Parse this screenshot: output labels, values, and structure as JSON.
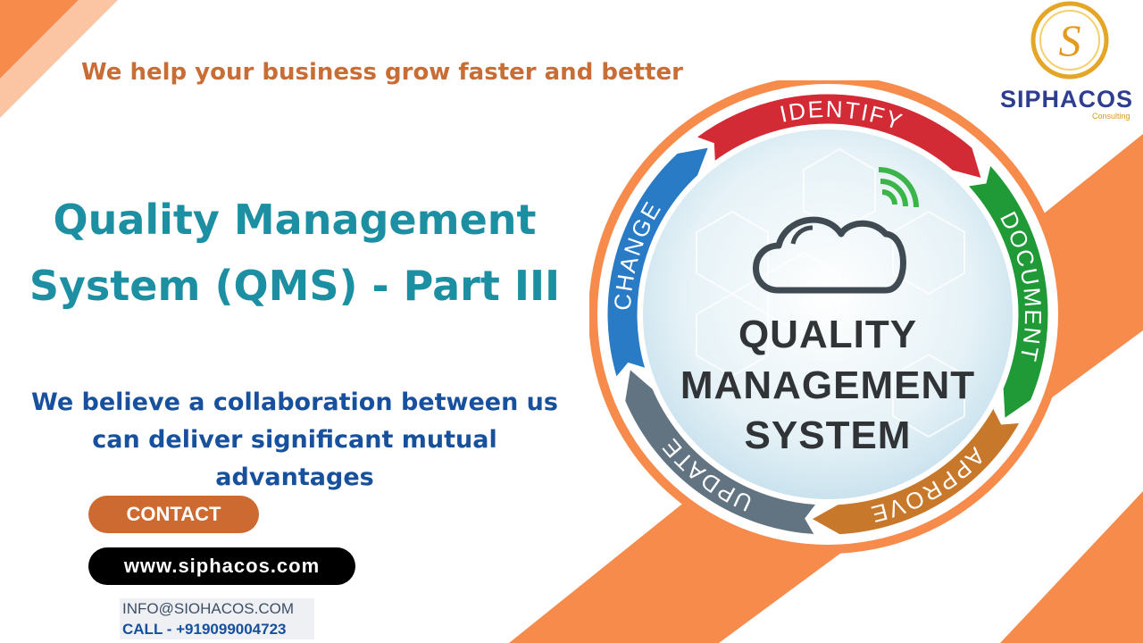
{
  "tagline": "We help your business grow faster and better",
  "title": "Quality Management System (QMS) - Part III",
  "body_text": "We believe a collaboration between us can deliver  significant mutual advantages",
  "contact_button": "CONTACT",
  "website": "www.siphacos.com",
  "contact": {
    "email": "INFO@SIOHACOS.COM",
    "phone": "CALL - +919099004723"
  },
  "logo": {
    "monogram": "S",
    "name": "SIPHACOS",
    "subtitle": "Consulting"
  },
  "cycle": {
    "segments": [
      {
        "label": "IDENTIFY",
        "color": "#d32b35"
      },
      {
        "label": "DOCUMENT",
        "color": "#1f9a36"
      },
      {
        "label": "APPROVE",
        "color": "#c8782a"
      },
      {
        "label": "UPDATE",
        "color": "#627381"
      },
      {
        "label": "CHANGE",
        "color": "#2a7bc5"
      }
    ],
    "center_lines": [
      "QUALITY",
      "MANAGEMENT",
      "SYSTEM"
    ],
    "center_icon": "cloud-wifi-icon"
  },
  "colors": {
    "accent_orange": "#f68b4c",
    "title_teal": "#1d8fa3",
    "body_blue": "#17509c",
    "button_orange": "#cd6a32"
  }
}
